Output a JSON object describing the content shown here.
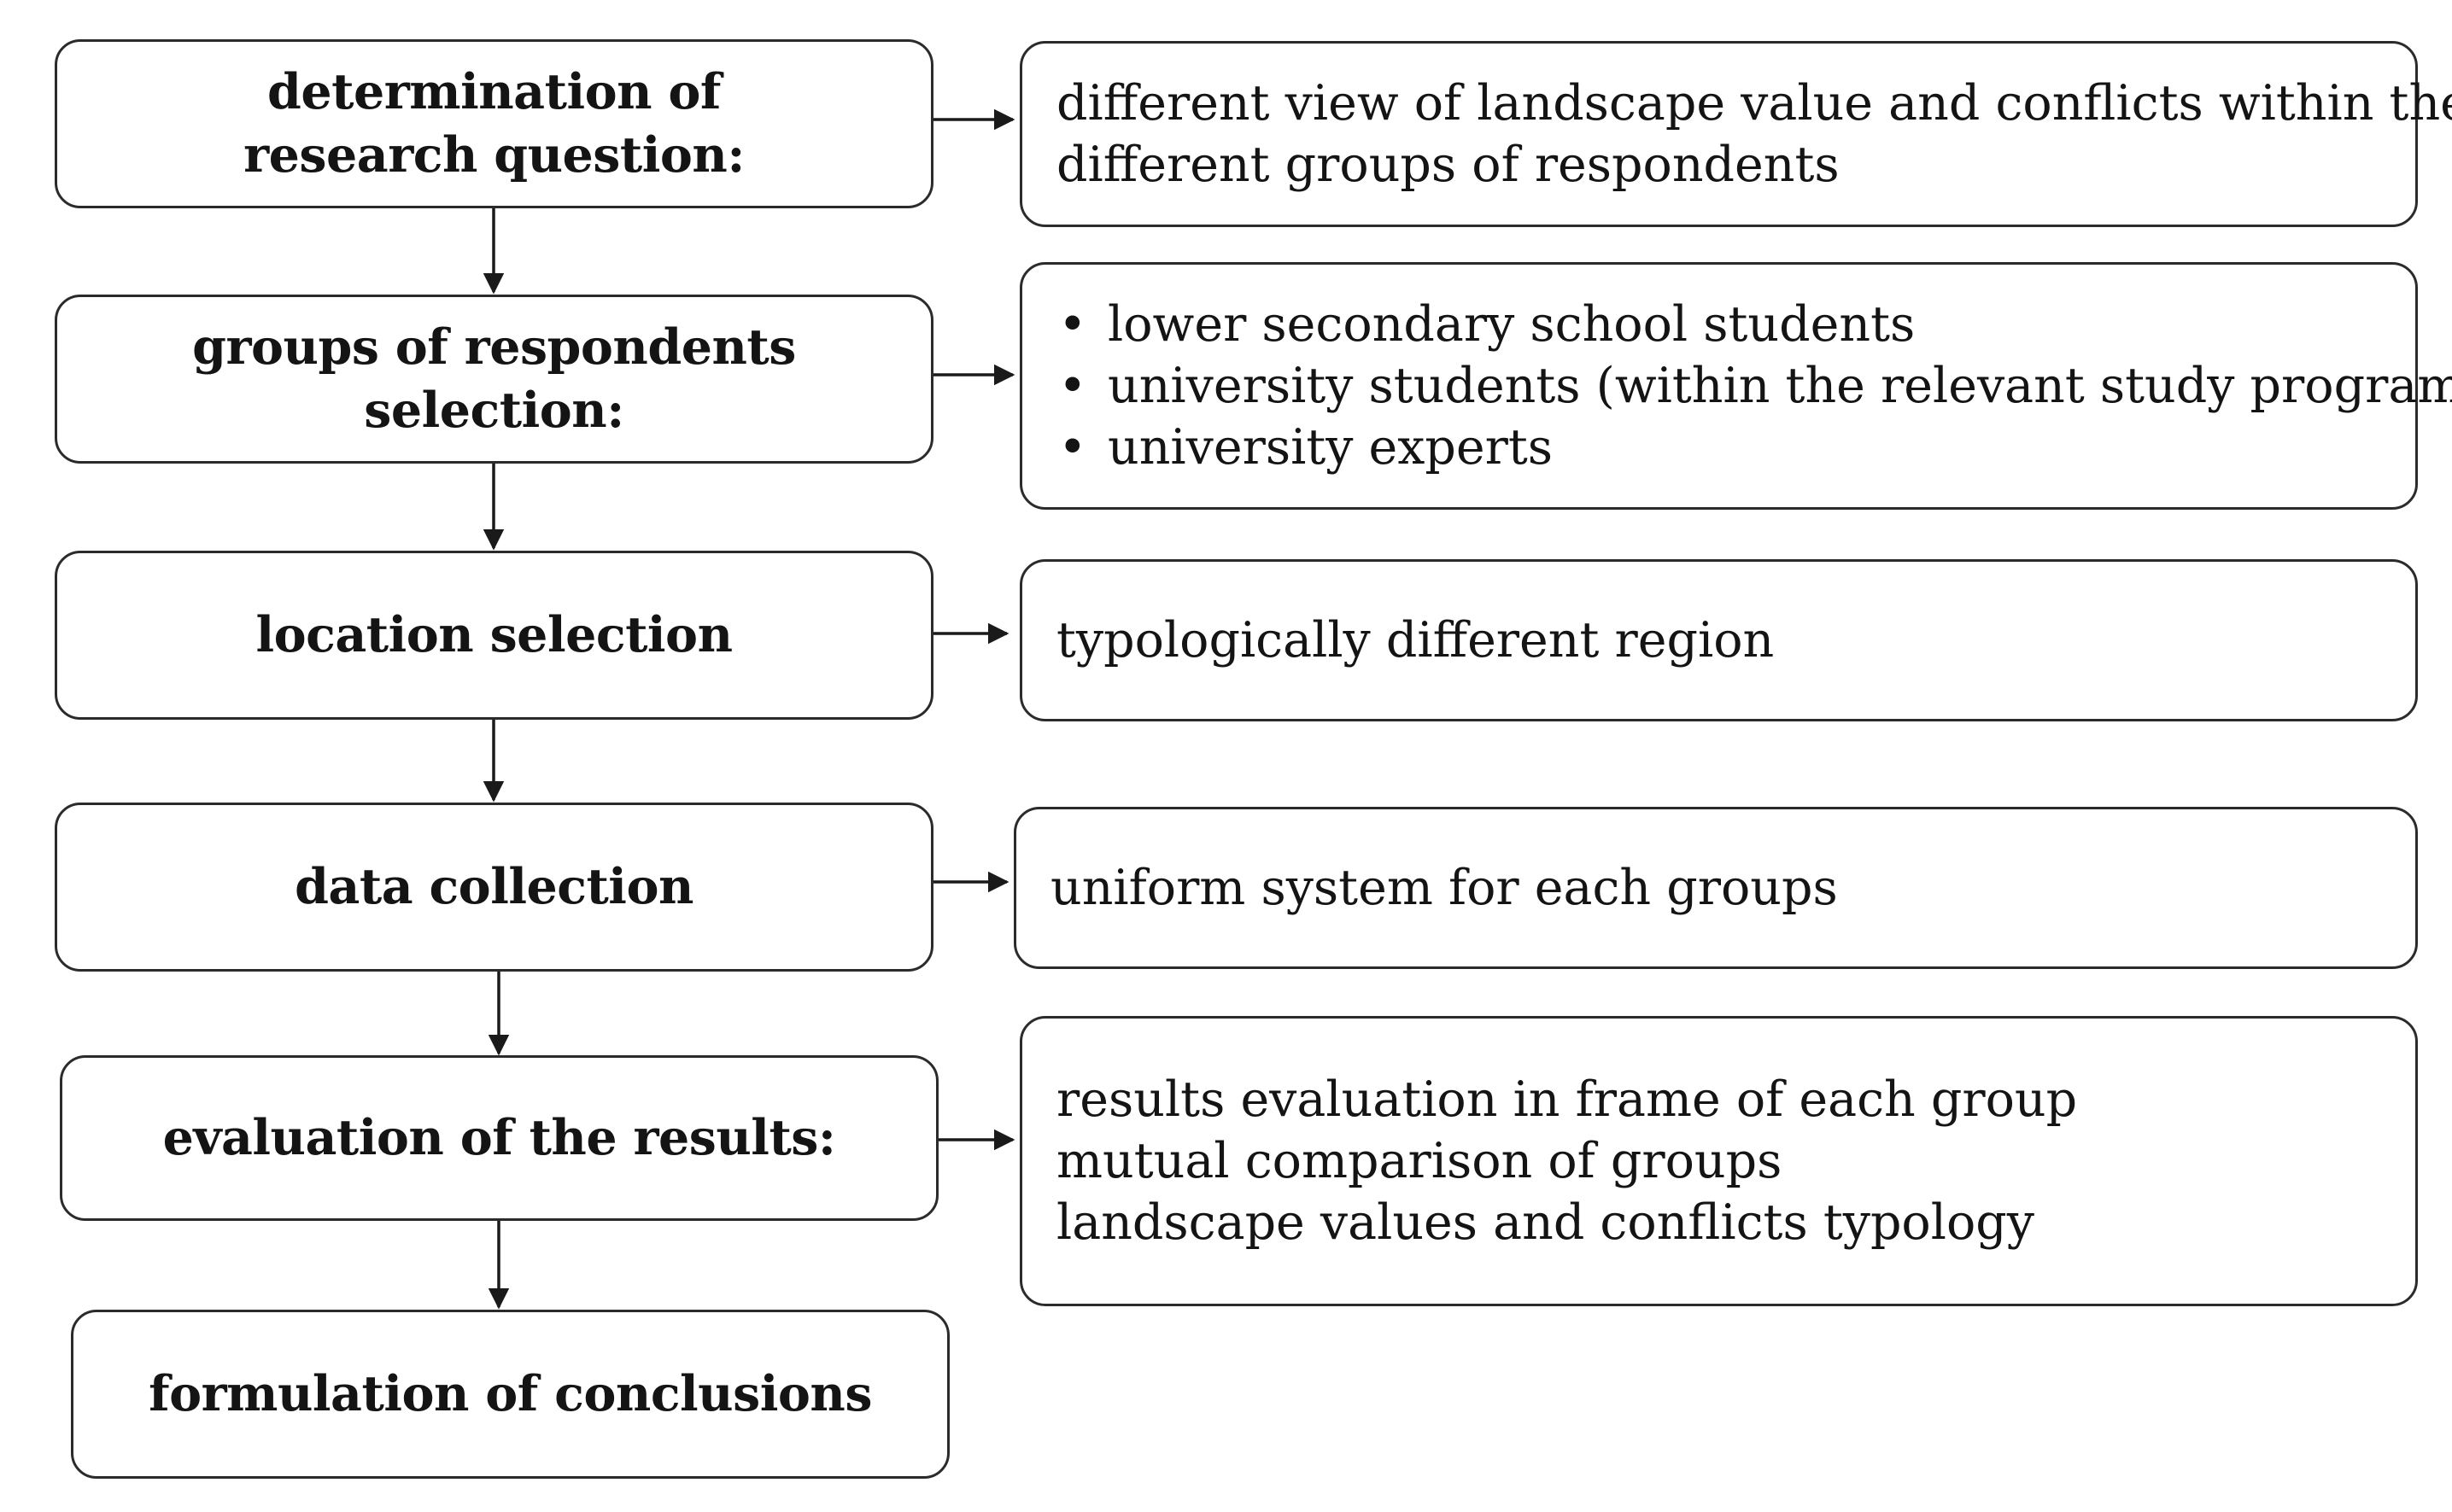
{
  "steps": [
    {
      "label": "determination of research question:"
    },
    {
      "label": "groups of respondents selection:"
    },
    {
      "label": "location selection"
    },
    {
      "label": "data collection"
    },
    {
      "label": "evaluation of the results:"
    },
    {
      "label": "formulation of conclusions"
    }
  ],
  "details": {
    "research_question": {
      "lines": [
        "different view of landscape value and conflicts within the",
        "different groups of respondents"
      ]
    },
    "respondents": {
      "bullet": "•",
      "items": [
        "lower secondary school students",
        "university students (within the relevant study program)",
        "university experts"
      ]
    },
    "location": {
      "lines": [
        "typologically different region"
      ]
    },
    "data_collection": {
      "lines": [
        "uniform system for each groups"
      ]
    },
    "evaluation": {
      "lines": [
        "results evaluation in frame of each group",
        "mutual comparison of groups",
        "landscape values and conflicts typology"
      ]
    }
  }
}
